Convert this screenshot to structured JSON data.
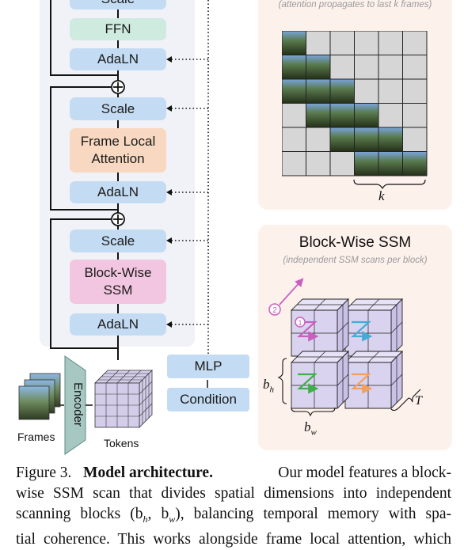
{
  "blocks": {
    "scale_top": "Scale",
    "ffn": "FFN",
    "adaln_1": "AdaLN",
    "scale_2": "Scale",
    "frame_local_attention_l1": "Frame Local",
    "frame_local_attention_l2": "Attention",
    "adaln_2": "AdaLN",
    "scale_3": "Scale",
    "block_wise_ssm_l1": "Block-Wise",
    "block_wise_ssm_l2": "SSM",
    "adaln_3": "AdaLN",
    "mlp": "MLP",
    "condition": "Condition",
    "encoder": "Encoder",
    "frames": "Frames",
    "tokens": "Tokens"
  },
  "attention_panel": {
    "subtitle": "(attention propagates to last k frames)",
    "k_label": "k"
  },
  "ssm_panel": {
    "title": "Block-Wise SSM",
    "subtitle": "(independent SSM scans per block)",
    "b_h": "b",
    "b_h_sub": "h",
    "b_w": "b",
    "b_w_sub": "w",
    "T": "T",
    "marker_1": "1",
    "marker_2": "2"
  },
  "caption": {
    "label": "Figure 3.",
    "bold": "Model architecture.",
    "line1_rest": "Our model features a block-",
    "line2": "wise SSM scan that divides spatial dimensions into independent",
    "line3": "scanning blocks (b",
    "line3_h": "h",
    "line3_mid": ", b",
    "line3_w": "w",
    "line3_end": "), balancing temporal memory with spa-",
    "line4": "tial coherence. This works alongside frame local attention, which"
  },
  "colors": {
    "blue_block": "#c4dcf3",
    "green_block": "#cfeadf",
    "orange_block": "#f8d8c0",
    "pink_block": "#f2c6e0",
    "panel_bg": "#fdf1ec",
    "ssm_cube": "#d9d3ef"
  }
}
